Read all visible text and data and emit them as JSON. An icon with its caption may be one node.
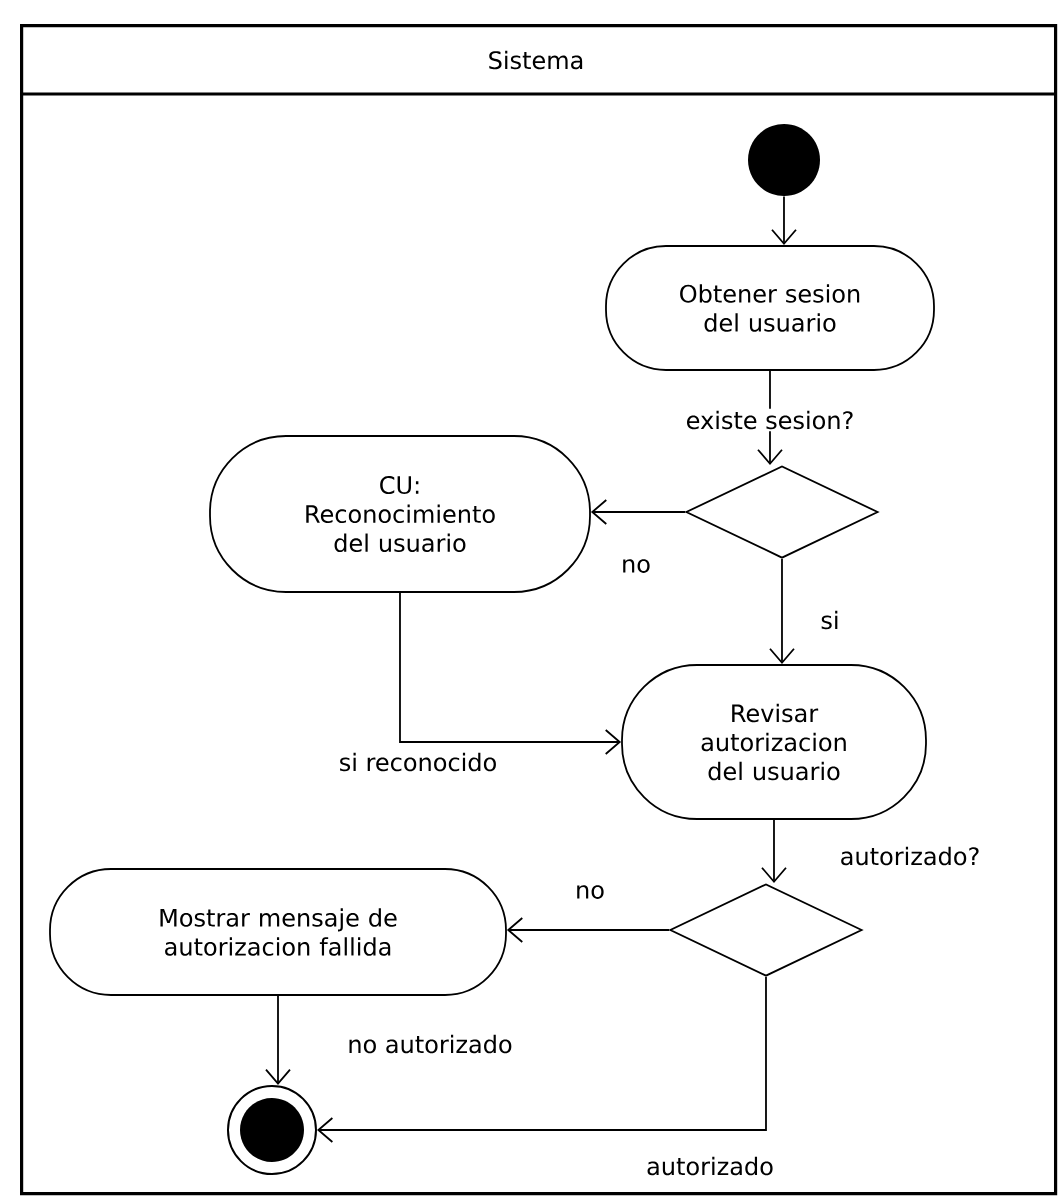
{
  "diagram": {
    "nodes": [
      {
        "text": [
          "Sistema"
        ]
      },
      {
        "text": [],
        "shape": "circle",
        "in": 0
      },
      {
        "text": [
          "Obtener sesion del usuario"
        ],
        "in": 0
      },
      {
        "text": [],
        "shape": "diamond",
        "in": 0
      },
      {
        "text": [
          "CU: Reconocimiento del usuario"
        ],
        "in": 0
      },
      {
        "text": [
          "Revisar autorizacion del usuario"
        ],
        "in": 0
      },
      {
        "text": [],
        "shape": "diamond",
        "in": 0
      },
      {
        "text": [
          "Mostrar mensaje de autorizacion fallida"
        ],
        "in": 0
      },
      {
        "text": [],
        "shape": "circle",
        "in": 0
      }
    ],
    "edges": [
      {
        "from": 1,
        "to": 2,
        "arrow": "to"
      },
      {
        "from": 2,
        "to": 3,
        "arrow": "to",
        "label": "existe sesion?"
      },
      {
        "from": 3,
        "to": 4,
        "arrow": "to",
        "label": "no"
      },
      {
        "from": 3,
        "to": 5,
        "arrow": "to",
        "label": "si"
      },
      {
        "from": 4,
        "to": 5,
        "arrow": "to",
        "label": "si reconocido"
      },
      {
        "from": 5,
        "to": 6,
        "arrow": "to",
        "label": "autorizado?"
      },
      {
        "from": 6,
        "to": 7,
        "arrow": "to",
        "label": "no"
      },
      {
        "from": 7,
        "to": 8,
        "arrow": "to",
        "label": "no autorizado"
      },
      {
        "from": 6,
        "to": 8,
        "arrow": "to",
        "label": "autorizado"
      }
    ]
  }
}
